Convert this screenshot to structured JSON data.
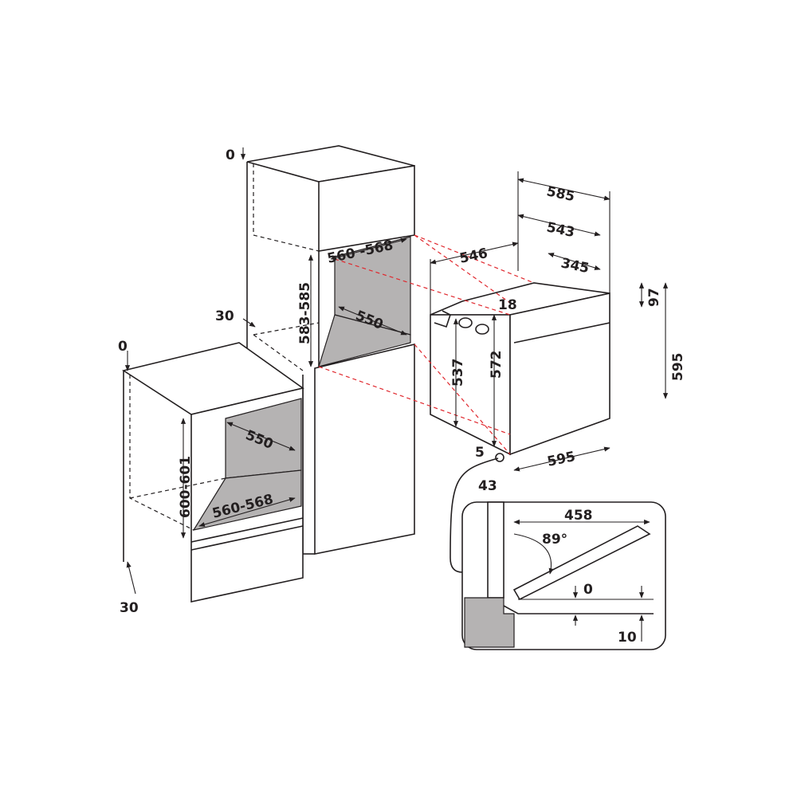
{
  "colors": {
    "outline": "#231f20",
    "niche_fill": "#b5b3b3",
    "alignment_lines": "#e0282e"
  },
  "tall_cabinet": {
    "top_gap": "0",
    "bottom_gap": "30",
    "niche_width": "560 -568",
    "niche_height": "583-585",
    "niche_depth": "550"
  },
  "base_cabinet": {
    "top_gap": "0",
    "bottom_gap": "30",
    "niche_depth": "550",
    "niche_height": "600-601",
    "niche_width": "560-568"
  },
  "oven": {
    "overall_depth": "585",
    "depth_543": "543",
    "body_depth": "546",
    "depth_345": "345",
    "offset_18": "18",
    "top_97": "97",
    "body_height": "537",
    "front_height": "572",
    "overall_height": "595",
    "bottom_5": "5",
    "width": "595",
    "panel_43": "43"
  },
  "door_detail": {
    "door_length": "458",
    "angle": "89°",
    "gap_0": "0",
    "gap_10": "10"
  }
}
